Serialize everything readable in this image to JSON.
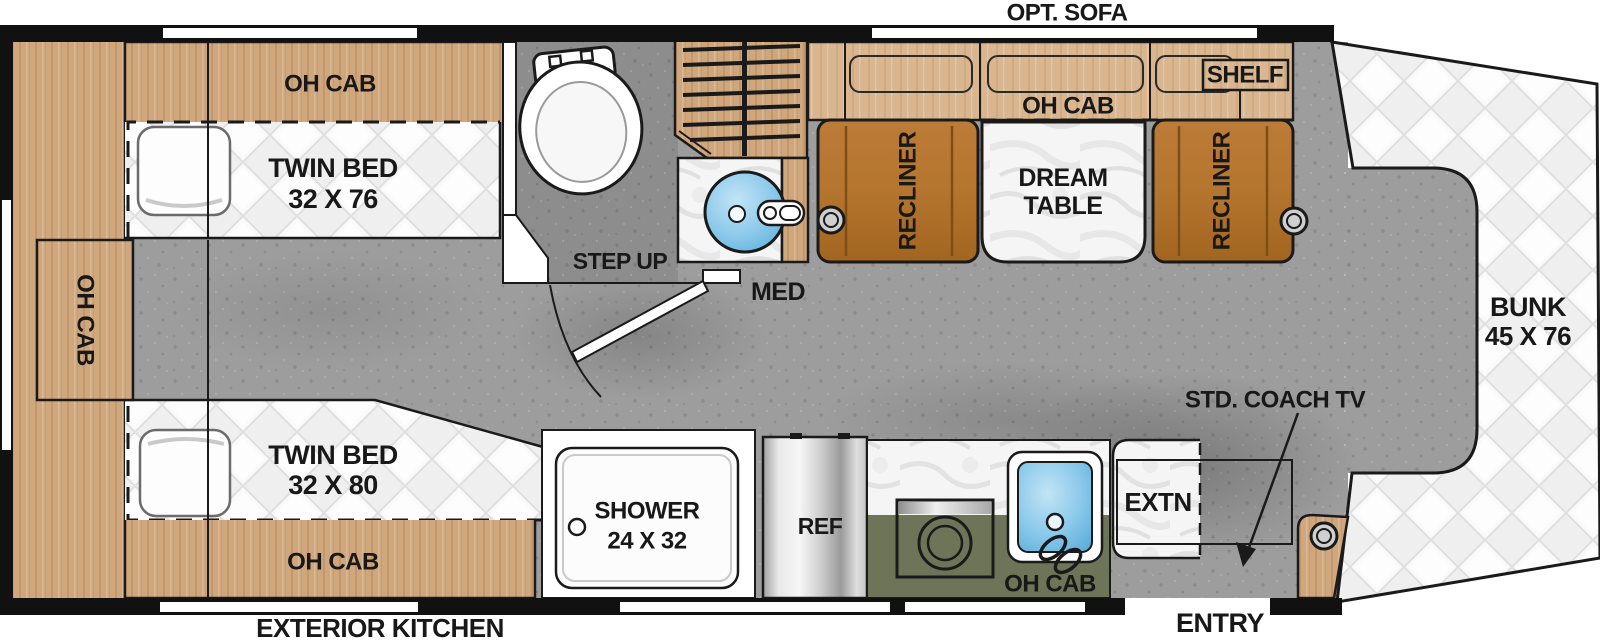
{
  "title": "RV floor plan",
  "labels": {
    "opt_sofa": "OPT. SOFA",
    "oh_cab": "OH CAB",
    "shelf": "SHELF",
    "twin_bed": "TWIN BED",
    "twin_bed1_size": "32 X 76",
    "twin_bed2_size": "32 X 80",
    "dream_table_line1": "DREAM",
    "dream_table_line2": "TABLE",
    "recliner": "RECLINER",
    "bunk": "BUNK",
    "bunk_size": "45 X 76",
    "step_up": "STEP UP",
    "med": "MED",
    "shower": "SHOWER",
    "shower_size": "24 X 32",
    "ref": "REF",
    "extn": "EXTN",
    "entry": "ENTRY",
    "std_coach_tv": "STD. COACH TV",
    "exterior_kitchen": "EXTERIOR KITCHEN"
  },
  "colors": {
    "wall": "#111111",
    "wood": "#d0a67c",
    "wood_light": "#d9b68f",
    "recliner_brown": "#b4752f",
    "floor": "#9d9d9d",
    "bathroom_floor": "#8d8d8d",
    "mattress_quilt": "#f2f2f2",
    "marble_counter": "#f6f6f6",
    "kitchen_olive": "#6e7458",
    "sink_blue": "#74bde4",
    "fridge_silver": "#cccccc"
  }
}
